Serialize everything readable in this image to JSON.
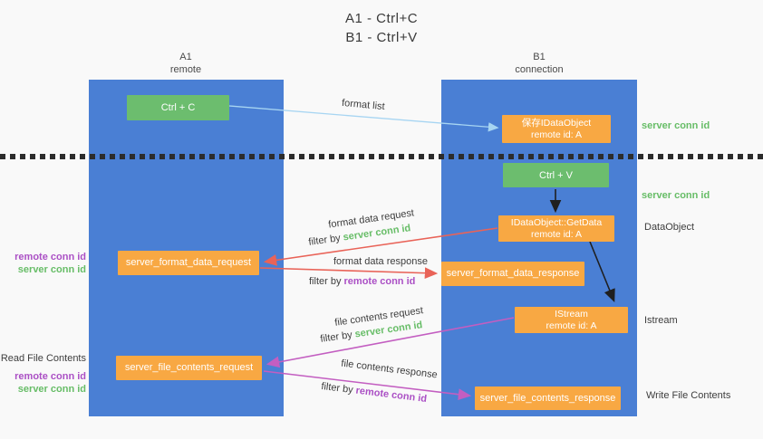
{
  "title": {
    "line1": "A1 - Ctrl+C",
    "line2": "B1 - Ctrl+V"
  },
  "columns": {
    "left": {
      "name": "A1",
      "subtitle": "remote"
    },
    "right": {
      "name": "B1",
      "subtitle": "connection"
    }
  },
  "boxes": {
    "ctrl_c": "Ctrl + C",
    "save_idataobject": {
      "line1": "保存IDataObject",
      "line2": "remote id: A"
    },
    "ctrl_v": "Ctrl + V",
    "getdata": {
      "line1": "IDataObject::GetData",
      "line2": "remote id: A"
    },
    "format_request": "server_format_data_request",
    "format_response": "server_format_data_response",
    "istream": {
      "line1": "IStream",
      "line2": "remote id: A"
    },
    "file_request": "server_file_contents_request",
    "file_response": "server_file_contents_response"
  },
  "arrow_labels": {
    "format_list": "format list",
    "format_data_request": "format data request",
    "format_data_response": "format data response",
    "file_contents_request": "file contents request",
    "file_contents_response": "file contents response",
    "filter_by": "filter by ",
    "server_conn_id": "server conn id",
    "remote_conn_id": "remote conn id"
  },
  "side_labels": {
    "server_conn_id_top": "server conn id",
    "server_conn_id_mid": "server conn id",
    "dataobject": "DataObject",
    "istream": "Istream",
    "write_file_contents": "Write File Contents",
    "read_file_contents": "Read File Contents",
    "remote_conn_id": "remote conn id",
    "server_conn_id": "server conn id"
  },
  "colors": {
    "column_blue": "#4a7fd4",
    "box_green": "#6cbd6e",
    "box_orange": "#f8a843",
    "arrow_lightblue": "#a7d5f2",
    "arrow_red": "#e96358",
    "arrow_magenta": "#c35ec1",
    "arrow_black": "#1f1f1f",
    "text_green": "#67bd67",
    "text_purple": "#ab50c5",
    "text_dark": "#3d3d3d",
    "background": "#f9f9f9"
  }
}
